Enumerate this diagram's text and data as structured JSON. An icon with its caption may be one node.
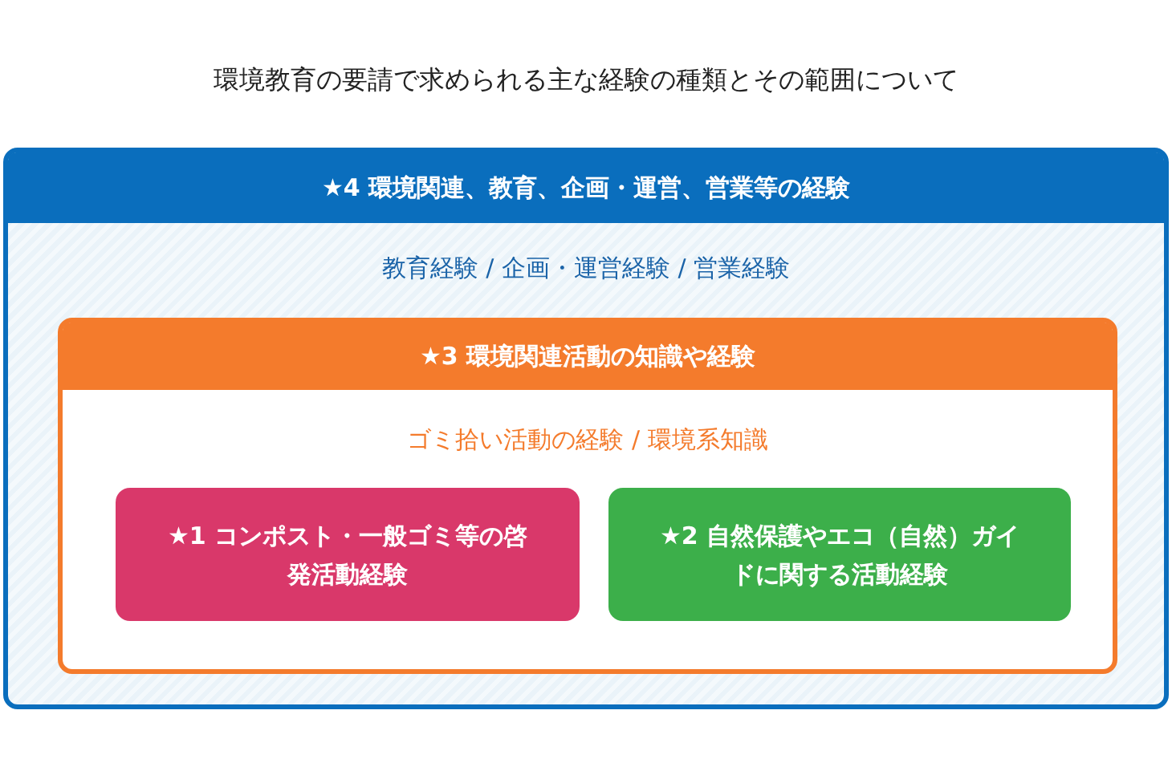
{
  "diagram": {
    "title": "環境教育の要請で求められる主な経験の種類とその範囲について",
    "nodes": [
      {
        "text": [
          "★4 環境関連、教育、企画・運営、営業等の経験",
          "教育経験 / 企画・運営経験 / 営業経験"
        ]
      },
      {
        "text": [
          "★3 環境関連活動の知識や経験",
          "ゴミ拾い活動の経験 / 環境系知識"
        ],
        "in": 0
      },
      {
        "text": [
          "★1 コンポスト・一般ゴミ等の啓発活動経験"
        ],
        "in": 1
      },
      {
        "text": [
          "★2 自然保護やエコ（自然）ガイドに関する活動経験"
        ],
        "in": 1
      }
    ]
  }
}
